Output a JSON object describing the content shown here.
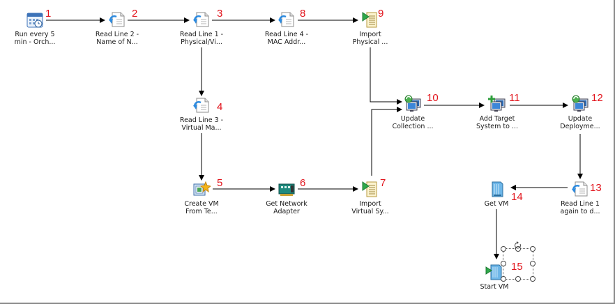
{
  "activities": [
    {
      "id": "a1",
      "label": "Run every 5\nmin - Orch...",
      "number": "1",
      "icon": "calendar-icon"
    },
    {
      "id": "a2",
      "label": "Read Line 2 -\nName of N...",
      "number": "2",
      "icon": "read-line-icon"
    },
    {
      "id": "a3",
      "label": "Read Line 1 -\nPhysical/Vi...",
      "number": "3",
      "icon": "read-line-icon"
    },
    {
      "id": "a8",
      "label": "Read Line 4 -\nMAC Addr...",
      "number": "8",
      "icon": "read-line-icon"
    },
    {
      "id": "a9",
      "label": "Import\nPhysical ...",
      "number": "9",
      "icon": "import-computer-icon"
    },
    {
      "id": "a4",
      "label": "Read Line 3 -\nVirtual Ma...",
      "number": "4",
      "icon": "read-line-icon"
    },
    {
      "id": "a10",
      "label": "Update\nCollection ...",
      "number": "10",
      "icon": "update-collection-icon"
    },
    {
      "id": "a11",
      "label": "Add Target\nSystem to ...",
      "number": "11",
      "icon": "add-target-icon"
    },
    {
      "id": "a12",
      "label": "Update\nDeployme...",
      "number": "12",
      "icon": "update-deployment-icon"
    },
    {
      "id": "a5",
      "label": "Create VM\nFrom Te...",
      "number": "5",
      "icon": "create-vm-icon"
    },
    {
      "id": "a6",
      "label": "Get Network\nAdapter",
      "number": "6",
      "icon": "network-adapter-icon"
    },
    {
      "id": "a7",
      "label": "Import\nVirtual Sy...",
      "number": "7",
      "icon": "import-computer-icon"
    },
    {
      "id": "a14",
      "label": "Get VM",
      "number": "14",
      "icon": "get-vm-icon"
    },
    {
      "id": "a13",
      "label": "Read Line 1\nagain to d...",
      "number": "13",
      "icon": "read-line-icon"
    },
    {
      "id": "a15",
      "label": "Start VM",
      "number": "15",
      "icon": "start-vm-icon"
    }
  ],
  "colors": {
    "annotation": "#e2141c",
    "link": "#000000"
  }
}
